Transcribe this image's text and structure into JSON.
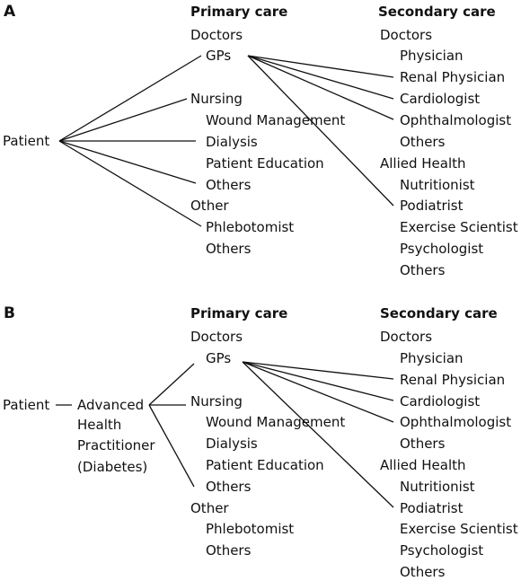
{
  "panel_a": {
    "letter": "A",
    "patient": "Patient",
    "primary": {
      "header": "Primary care",
      "doctors": "Doctors",
      "gps": "GPs",
      "nursing": "Nursing",
      "nursing_items": [
        "Wound Management",
        "Dialysis",
        "Patient Education",
        "Others"
      ],
      "other": "Other",
      "other_items": [
        "Phlebotomist",
        "Others"
      ]
    },
    "secondary": {
      "header": "Secondary care",
      "doctors": "Doctors",
      "doctor_items": [
        "Physician",
        "Renal Physician",
        "Cardiologist",
        "Ophthalmologist",
        "Others"
      ],
      "allied": "Allied Health",
      "allied_items": [
        "Nutritionist",
        "Podiatrist",
        "Exercise Scientist",
        "Psychologist",
        "Others"
      ]
    }
  },
  "panel_b": {
    "letter": "B",
    "patient": "Patient",
    "practitioner_lines": [
      "Advanced",
      "Health",
      "Practitioner",
      "(Diabetes)"
    ],
    "primary": {
      "header": "Primary care",
      "doctors": "Doctors",
      "gps": "GPs",
      "nursing": "Nursing",
      "nursing_items": [
        "Wound Management",
        "Dialysis",
        "Patient Education",
        "Others"
      ],
      "other": "Other",
      "other_items": [
        "Phlebotomist",
        "Others"
      ]
    },
    "secondary": {
      "header": "Secondary care",
      "doctors": "Doctors",
      "doctor_items": [
        "Physician",
        "Renal Physician",
        "Cardiologist",
        "Ophthalmologist",
        "Others"
      ],
      "allied": "Allied Health",
      "allied_items": [
        "Nutritionist",
        "Podiatrist",
        "Exercise Scientist",
        "Psychologist",
        "Others"
      ]
    }
  }
}
